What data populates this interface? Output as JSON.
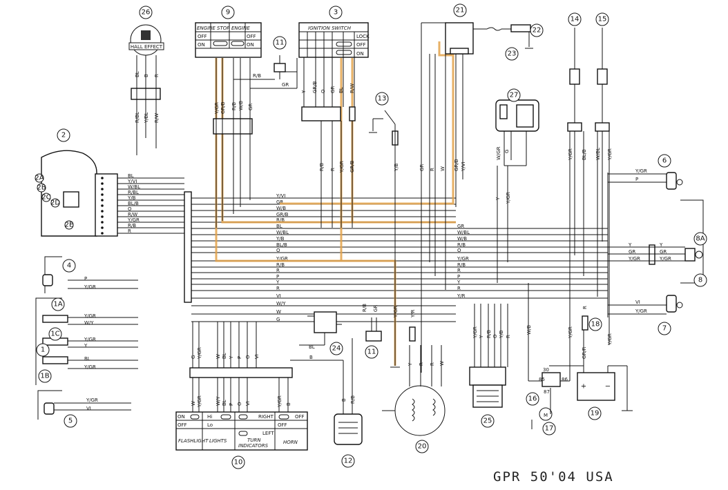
{
  "footer_title": "GPR 50'04 USA",
  "components": {
    "c1": "1",
    "c1a": "1A",
    "c1b": "1B",
    "c1c": "1C",
    "c2": "2",
    "c2a": "2A",
    "c2b": "2B",
    "c2c": "2C",
    "c2d": "2D",
    "c2e": "2E",
    "c3": "3",
    "c4": "4",
    "c5": "5",
    "c6": "6",
    "c7": "7",
    "c8": "8",
    "c8a": "8A",
    "c9": "9",
    "c10": "10",
    "c11": "11",
    "c12": "12",
    "c13": "13",
    "c14": "14",
    "c15": "15",
    "c16": "16",
    "c17": "17",
    "c18": "18",
    "c19": "19",
    "c20": "20",
    "c21": "21",
    "c22": "22",
    "c23": "23",
    "c24": "24",
    "c25": "25",
    "c26": "26",
    "c27": "27"
  },
  "hall_effect": "HALL EFFECT",
  "engine_stop_table": {
    "col1": "ENGINE STOP",
    "col2": "ENGINE",
    "off": "OFF",
    "on": "ON"
  },
  "ignition_table": {
    "title": "IGNITION SWITCH",
    "lock": "LOCK",
    "off": "OFF",
    "on": "ON"
  },
  "switch_table": {
    "on": "ON",
    "off": "OFF",
    "hi": "Hi",
    "lo": "Lo",
    "right": "RIGHT",
    "left": "LEFT",
    "flashlight": "FLASHLIGHT",
    "lights": "LIGHTS",
    "turn": "TURN",
    "indicators": "INDICATORS",
    "horn": "HORN"
  },
  "relay_pins": {
    "p30": "30",
    "p85": "85",
    "p86": "86",
    "p87": "87"
  },
  "battery": {
    "plus": "+",
    "minus": "−"
  },
  "bus_labels": [
    "Y/VI",
    "GR",
    "W/B",
    "GR/B",
    "R/B",
    "BL",
    "W/BL",
    "Y/B",
    "BL/B",
    "O",
    "Y/GR",
    "R/B",
    "R",
    "P",
    "Y",
    "R",
    "VI",
    "W/Y",
    "W",
    "G"
  ],
  "right_bus_labels": [
    "GR",
    "W/BL",
    "W/B",
    "R/B",
    "O",
    "Y/GR",
    "R/B",
    "R",
    "P",
    "Y",
    "R",
    "Y/R"
  ],
  "dash_labels": [
    "BL",
    "Y/VI",
    "W/BL",
    "R/BL",
    "Y/B",
    "BL/B",
    "O",
    "R/W",
    "Y/GR",
    "R/B",
    "R"
  ],
  "hall_wires": [
    "BL",
    "B",
    "R"
  ],
  "hall_wires_low": [
    "R/BL",
    "Y/BL",
    "R/W"
  ],
  "eng_wires": [
    "Y/GR",
    "GR/B",
    "R/B",
    "W/B",
    "GR"
  ],
  "eng_extra": [
    "R/B",
    "GR"
  ],
  "ign_wires": [
    "Y",
    "GR/B",
    "O",
    "GR",
    "BL",
    "R/W"
  ],
  "ign_low": [
    "R/B",
    "R",
    "Y/GR",
    "GR/B"
  ],
  "cdi_wires": [
    "GR",
    "R",
    "W",
    "GR/B",
    "Y/VI"
  ],
  "c27_wires": [
    "W/GR",
    "G"
  ],
  "c27_low": [
    "Y",
    "Y/GR"
  ],
  "c14_wires": [
    "Y/GR",
    "BL/B"
  ],
  "c15_wires": [
    "W/BL",
    "Y/GR"
  ],
  "c6_wires": [
    "Y/GR",
    "P"
  ],
  "c8a_wires": [
    "Y",
    "GR",
    "Y/GR"
  ],
  "c7_wires": [
    "VI",
    "Y/GR"
  ],
  "c4_wires": [
    "P",
    "Y/GR"
  ],
  "c1_wires": [
    "Y/GR",
    "W/Y",
    "Y/GR",
    "Y",
    "BL",
    "Y/GR"
  ],
  "c5_wires": [
    "Y/GR",
    "VI"
  ],
  "c13_wire": "Y/B",
  "c11b_wires": [
    "R/B",
    "GR"
  ],
  "c11b_gr": "Y/GR",
  "c24_wire": "BL",
  "c10_top": [
    "G",
    "Y/GR",
    "W",
    "BL",
    "Y",
    "P",
    "O",
    "VI"
  ],
  "c10_bot": [
    "W",
    "Y/GR",
    "W/Y",
    "BL",
    "P",
    "O",
    "VI",
    "Y/GR",
    "B"
  ],
  "c12_wires": [
    "B",
    "R/B"
  ],
  "c12_b": "B",
  "c20_wires": [
    "Y/R",
    "Y",
    "R",
    "R",
    "W"
  ],
  "c25_wires": [
    "Y/GR",
    "Y",
    "R/B",
    "O",
    "Y/B",
    "R"
  ],
  "c16_wires": [
    "W/B",
    "GR/R",
    "R",
    "Y/GR"
  ],
  "c11a_wires": [
    "R/B",
    "GR"
  ]
}
